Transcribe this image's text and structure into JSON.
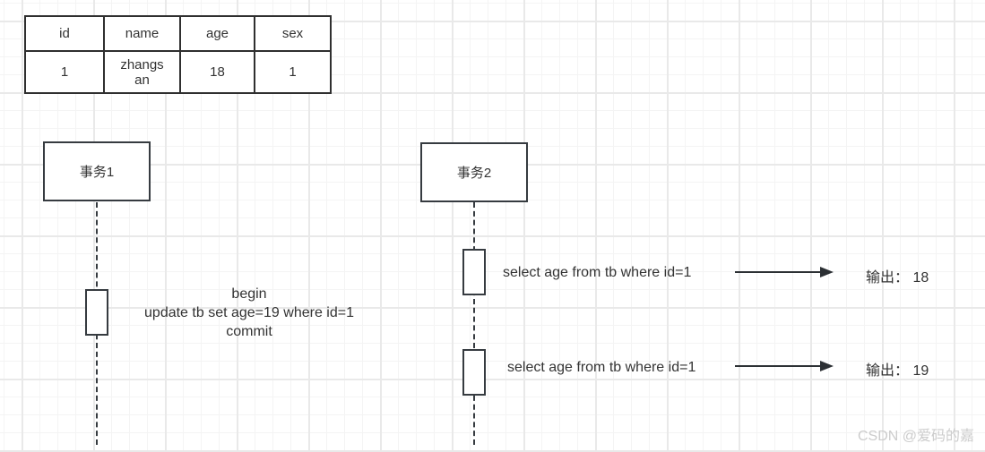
{
  "table": {
    "headers": [
      "id",
      "name",
      "age",
      "sex"
    ],
    "row": [
      "1",
      "zhangsan",
      "18",
      "1"
    ]
  },
  "actors": {
    "t1_label": "事务1",
    "t2_label": "事务2"
  },
  "t1_note": {
    "line1": "begin",
    "line2": "update tb set age=19 where id=1",
    "line3": "commit"
  },
  "t2_calls": {
    "call1": {
      "query": "select age from tb where id=1",
      "output": "输出： 18"
    },
    "call2": {
      "query": "select age from tb where id=1",
      "output": "输出： 19"
    }
  },
  "watermark": "CSDN @爱码的嘉",
  "colors": {
    "shape_line": "#363b40",
    "table_border": "#2f2f2f",
    "text": "#333333",
    "grid_minor": "#f4f4f4",
    "grid_major": "#e9e9e9",
    "watermark": "#cccccc"
  }
}
